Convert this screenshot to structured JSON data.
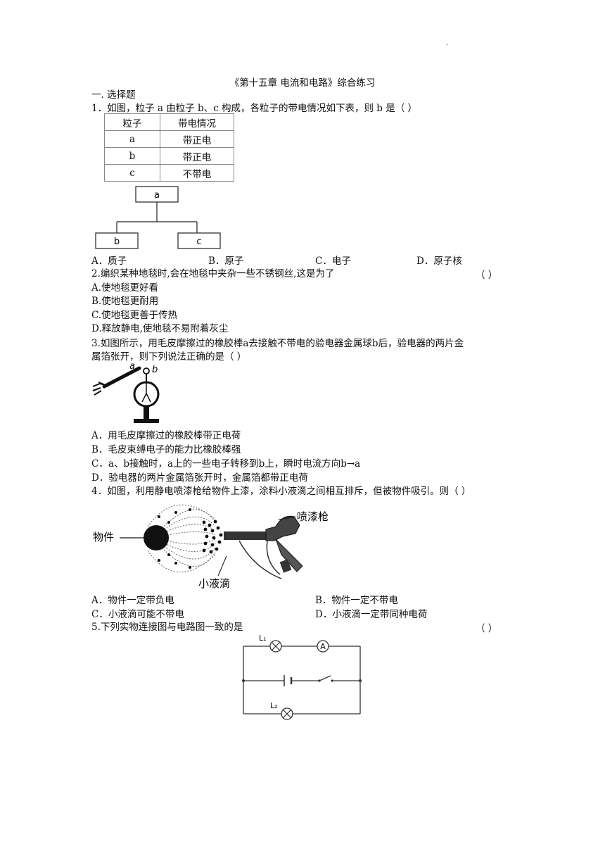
{
  "header": {
    "dot": "."
  },
  "title": "《第十五章 电流和电路》综合练习",
  "section": "一. 选择题",
  "q1": {
    "stem": "1．如图，粒子 a 由粒子 b、c 构成，各粒子的带电情况如下表，则 b 是（      ）",
    "table": {
      "headers": [
        "粒子",
        "带电情况"
      ],
      "rows": [
        [
          "a",
          "带正电"
        ],
        [
          "b",
          "带正电"
        ],
        [
          "c",
          "不带电"
        ]
      ]
    },
    "diagram": {
      "top": "a",
      "left": "b",
      "right": "c"
    },
    "options": [
      "A．质子",
      "B．原子",
      "C．电子",
      "D．原子核"
    ]
  },
  "q2": {
    "stem": "2.编织某种地毯时,会在地毯中夹杂一些不锈钢丝,这是为了",
    "paren": "（      ）",
    "options": [
      "A.使地毯更好看",
      "B.使地毯更耐用",
      "C.使地毯更善于传热",
      "D.释放静电,使地毯不易附着灰尘"
    ]
  },
  "q3": {
    "stem_line1": "3.如图所示，用毛皮摩擦过的橡胶棒a去接触不带电的验电器金属球b后，验电器的两片金",
    "stem_line2": "属箔张开，则下列说法正确的是（      ）",
    "figure": {
      "label_a": "a",
      "label_b": "b"
    },
    "options": [
      "A．用毛皮摩擦过的橡胶棒带正电荷",
      "B．毛皮束缚电子的能力比橡胶棒强",
      "C．a、b接触时，a上的一些电子转移到b上，瞬时电流方向b→a",
      "D．验电器的两片金属箔张开时，金属箔都带正电荷"
    ]
  },
  "q4": {
    "stem": "4．如图，利用静电喷漆枪给物件上漆，涂料小液滴之间相互排斥，但被物件吸引。则（      ）",
    "figure": {
      "object_label": "物件",
      "gun_label": "喷漆枪",
      "droplet_label": "小液滴"
    },
    "options": [
      "A．物件一定带负电",
      "B．物件一定不带电",
      "C．小液滴可能不带电",
      "D．小液滴一定带同种电荷"
    ]
  },
  "q5": {
    "stem": "5.下列实物连接图与电路图一致的是",
    "paren": "（      ）",
    "circuit": {
      "lamp1": "L₁",
      "lamp2": "L₂",
      "ammeter": "A"
    }
  },
  "colors": {
    "text": "#111111",
    "table_border": "#888888"
  }
}
